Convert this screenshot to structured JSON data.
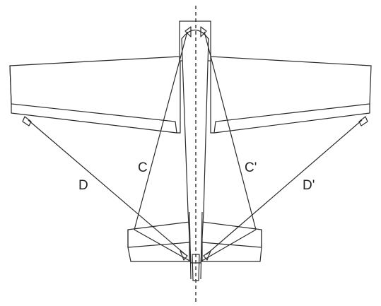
{
  "labels": {
    "c": "C",
    "c_prime": "C'",
    "d": "D",
    "d_prime": "D'"
  }
}
